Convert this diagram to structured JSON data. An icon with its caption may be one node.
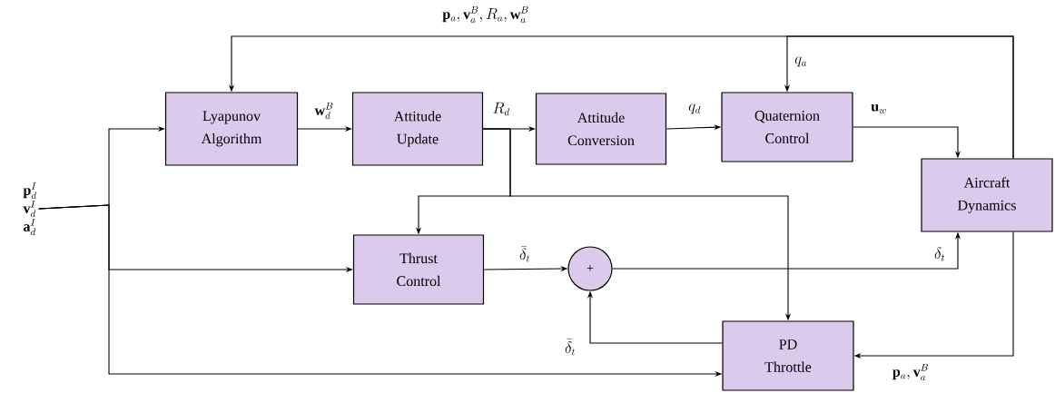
{
  "diagram": {
    "nodes": [
      {
        "text": [
          "Lyapunov Algorithm"
        ]
      },
      {
        "text": [
          "Attitude Update"
        ]
      },
      {
        "text": [
          "Attitude Conversion"
        ]
      },
      {
        "text": [
          "Quaternion Control"
        ]
      },
      {
        "text": [
          "Aircraft Dynamics"
        ]
      },
      {
        "text": [
          "Thrust Control"
        ]
      },
      {
        "text": [
          "+"
        ]
      },
      {
        "text": [
          "PD Throttle"
        ]
      },
      {
        "text": [
          "\\mathbf{p}_d^I",
          "\\mathbf{v}_d^I",
          "\\mathbf{a}_d^I"
        ]
      }
    ],
    "edges": [
      {
        "from": 0,
        "to": 1,
        "arrow": "to",
        "label": "\\mathbf{w}_d^B"
      },
      {
        "from": 1,
        "to": 2,
        "arrow": "to",
        "label": "R_d"
      },
      {
        "from": 2,
        "to": 3,
        "arrow": "to",
        "label": "q_d"
      },
      {
        "from": 3,
        "to": 4,
        "arrow": "to",
        "label": "\\mathbf{u}_w"
      },
      {
        "from": 4,
        "to": 0,
        "arrow": "to",
        "label": "\\mathbf{p}_a, \\mathbf{v}_a^B, R_a, \\mathbf{w}_a^B"
      },
      {
        "from": 4,
        "to": 3,
        "arrow": "to",
        "label": "q_a"
      },
      {
        "from": 1,
        "to": 5,
        "arrow": "to"
      },
      {
        "from": 1,
        "to": 7,
        "arrow": "to"
      },
      {
        "from": 5,
        "to": 6,
        "arrow": "to",
        "label": "\\bar{\\delta}_t"
      },
      {
        "from": 6,
        "to": 4,
        "arrow": "to",
        "label": "\\delta_t"
      },
      {
        "from": 7,
        "to": 6,
        "arrow": "to",
        "label": "\\tilde{\\delta}_t"
      },
      {
        "from": 4,
        "to": 7,
        "arrow": "to",
        "label": "\\mathbf{p}_a, \\mathbf{v}_a^B"
      },
      {
        "from": 8,
        "to": 0,
        "arrow": "to"
      },
      {
        "from": 8,
        "to": 5,
        "arrow": "to"
      },
      {
        "from": 8,
        "to": 7,
        "arrow": "to"
      }
    ]
  }
}
